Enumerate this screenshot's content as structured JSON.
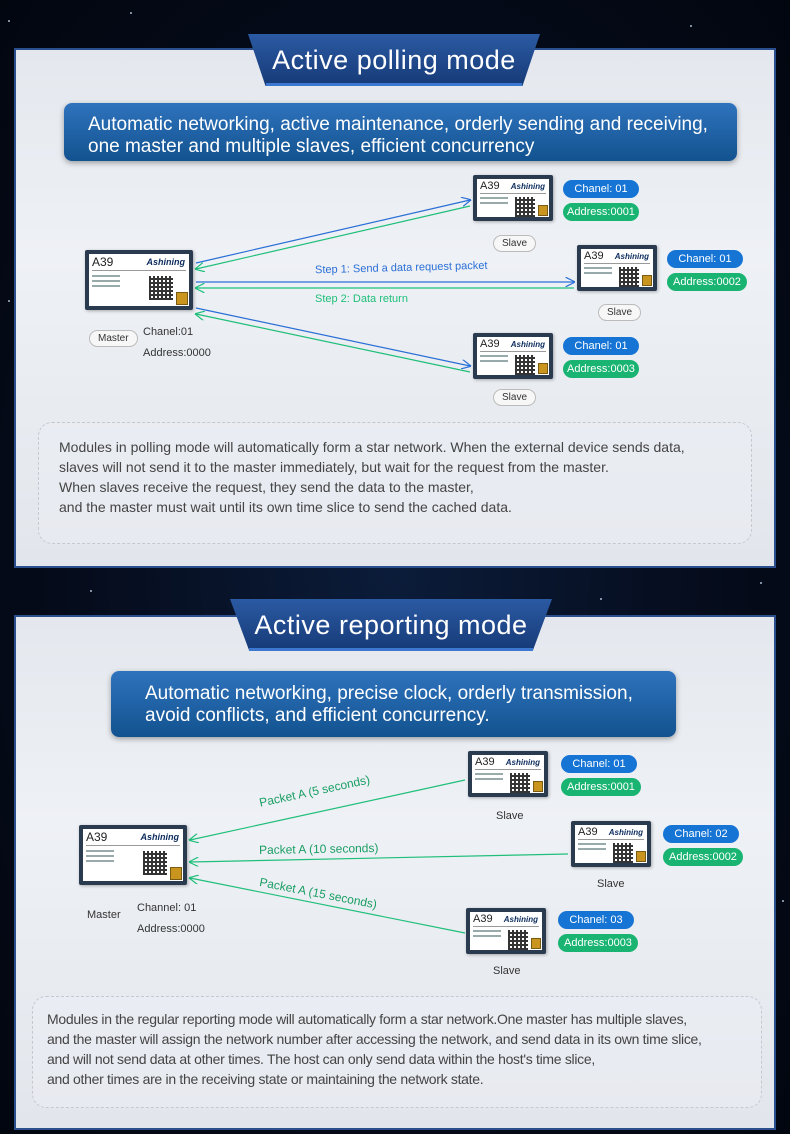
{
  "polling": {
    "title": "Active polling mode",
    "feature": [
      "Automatic networking, active maintenance, orderly sending and receiving,",
      "one master and multiple slaves, efficient concurrency"
    ],
    "module_name": "A39",
    "brand": "Ashining",
    "master": {
      "role": "Master",
      "channel": "Chanel:01",
      "address": "Address:0000"
    },
    "slaves": [
      {
        "role": "Slave",
        "channel": "Chanel: 01",
        "address": "Address:0001"
      },
      {
        "role": "Slave",
        "channel": "Chanel: 01",
        "address": "Address:0002"
      },
      {
        "role": "Slave",
        "channel": "Chanel: 01",
        "address": "Address:0003"
      }
    ],
    "step1": "Step 1: Send a data request packet",
    "step2": "Step 2: Data return",
    "description": [
      "Modules in polling mode will automatically form a star network. When the external device sends data,",
      "slaves will not send it to the master immediately, but wait for the request from the master.",
      "When slaves receive the request, they send the data to the master,",
      "and the master must wait until its own time slice to send the cached data."
    ]
  },
  "reporting": {
    "title": "Active reporting mode",
    "feature": [
      "Automatic networking, precise clock, orderly transmission,",
      "avoid conflicts, and efficient concurrency."
    ],
    "module_name": "A39",
    "brand": "Ashining",
    "master": {
      "role": "Master",
      "channel": "Channel: 01",
      "address": "Address:0000"
    },
    "slaves": [
      {
        "role": "Slave",
        "channel": "Chanel: 01",
        "address": "Address:0001"
      },
      {
        "role": "Slave",
        "channel": "Chanel: 02",
        "address": "Address:0002"
      },
      {
        "role": "Slave",
        "channel": "Chanel: 03",
        "address": "Address:0003"
      }
    ],
    "packets": [
      "Packet A (5 seconds)",
      "Packet A (10 seconds)",
      "Packet A (15 seconds)"
    ],
    "description": [
      "Modules in the regular reporting mode will automatically form a star network.One master has multiple slaves,",
      "and the master will assign the network number after accessing the network, and send data in its own time slice,",
      "and will not send data at other times. The host can only send data within the host's time slice,",
      "and other times are  in the receiving state or maintaining the network state."
    ]
  },
  "colors": {
    "request_line": "#2a6fd6",
    "return_line": "#1fbf7a",
    "pill_blue": "#1675d4",
    "pill_green": "#19b472"
  }
}
